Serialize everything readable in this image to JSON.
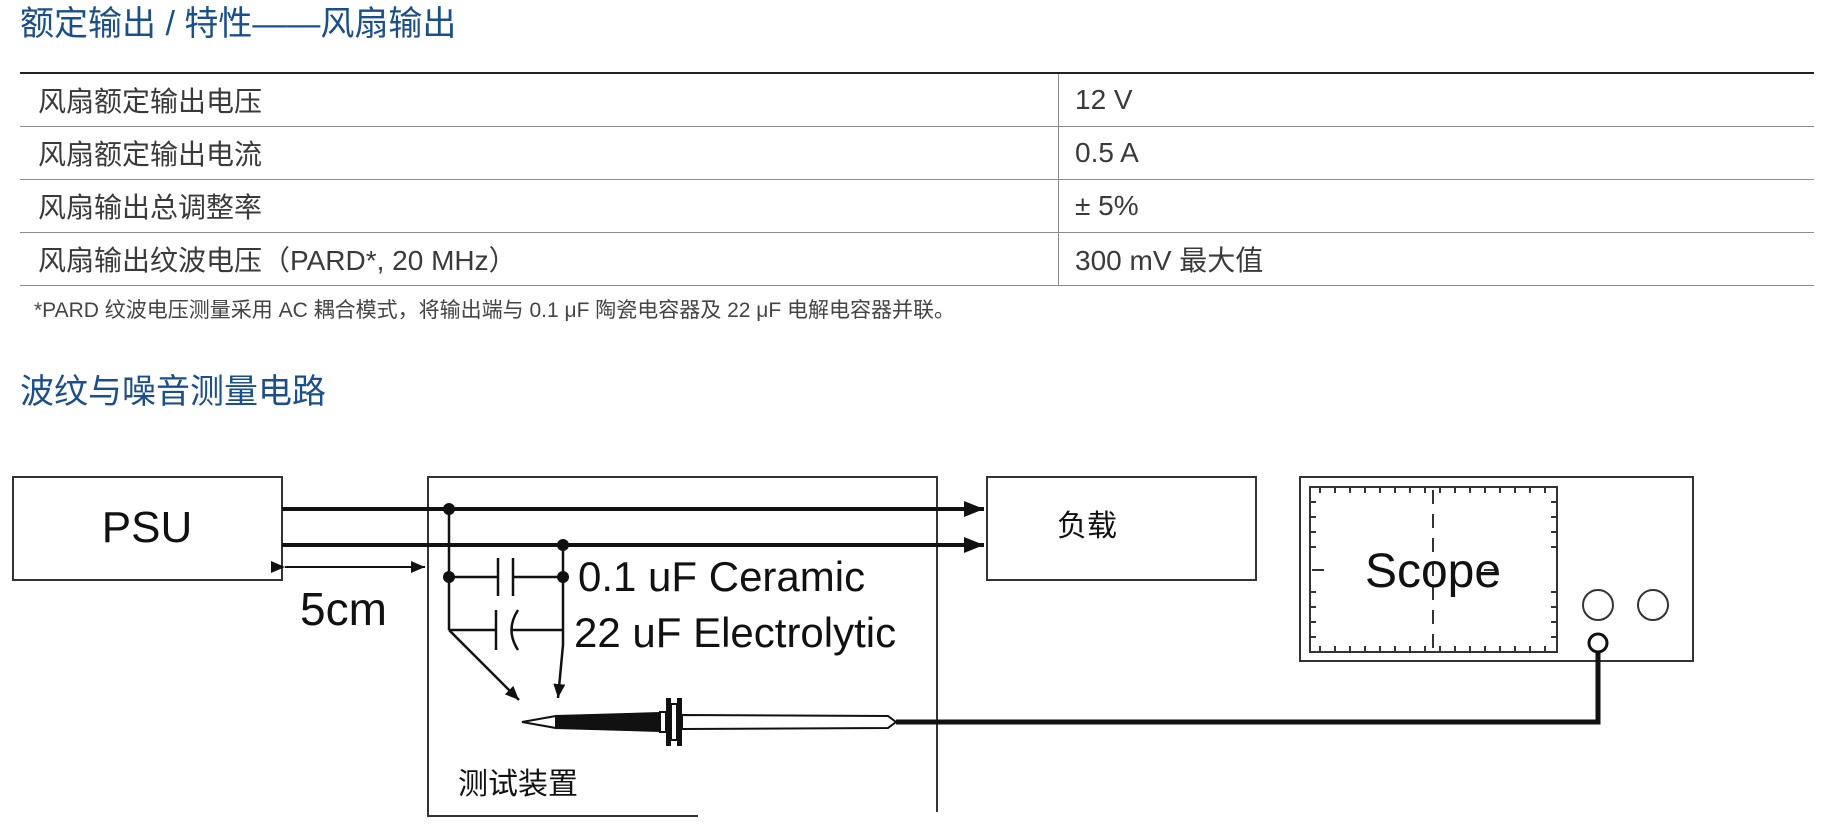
{
  "heading_output": "额定输出 / 特性——风扇输出",
  "spec_rows": [
    {
      "label": "风扇额定输出电压",
      "value": "12 V"
    },
    {
      "label": "风扇额定输出电流",
      "value": "0.5 A"
    },
    {
      "label": "风扇输出总调整率",
      "value": "± 5%"
    },
    {
      "label": "风扇输出纹波电压（PARD*, 20 MHz）",
      "value": "300 mV 最大值"
    }
  ],
  "footnote": "*PARD 纹波电压测量采用 AC 耦合模式，将输出端与 0.1 μF 陶瓷电容器及 22 μF 电解电容器并联。",
  "heading_circuit": "波纹与噪音测量电路",
  "circuit": {
    "psu": "PSU",
    "distance": "5cm",
    "ceramic": "0.1 uF Ceramic",
    "electrolytic": "22 uF Electrolytic",
    "load": "负载",
    "scope": "Scope",
    "fixture": "测试装置"
  }
}
